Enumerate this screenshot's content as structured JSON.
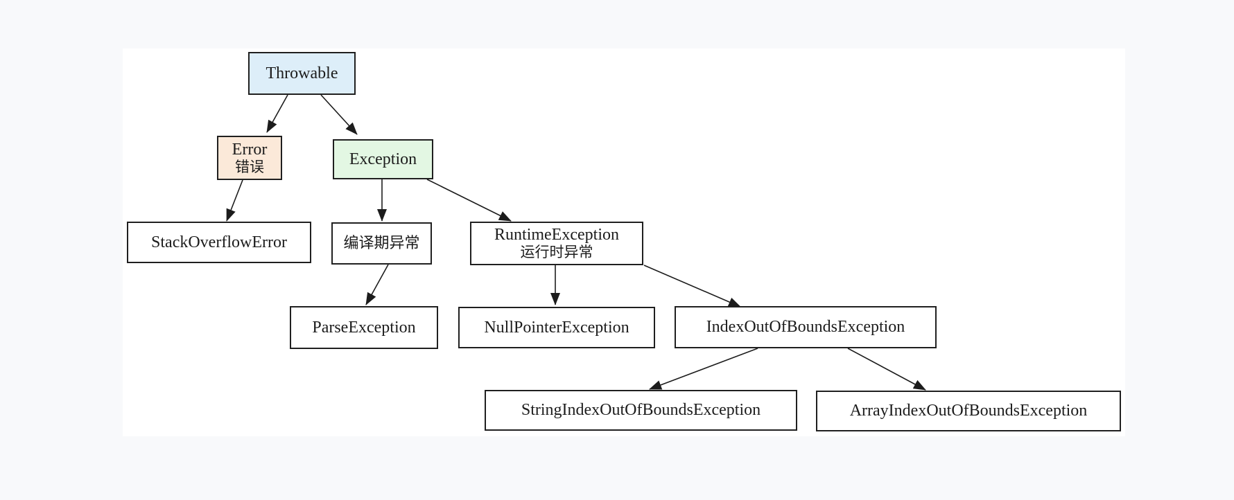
{
  "diagram_type": "class-hierarchy-tree",
  "colors": {
    "page_background": "#f8f9fb",
    "canvas_background": "#ffffff",
    "node_border": "#1f1f1f",
    "throwable_fill": "#ddeef9",
    "error_fill": "#fbe9d9",
    "exception_fill": "#e3f7e3",
    "default_node_fill": "#ffffff",
    "edge_color": "#1c1c1c"
  },
  "nodes": {
    "throwable": {
      "label": "Throwable"
    },
    "error": {
      "label": "Error",
      "sublabel": "错误"
    },
    "exception": {
      "label": "Exception"
    },
    "stack_overflow_error": {
      "label": "StackOverflowError"
    },
    "compile_time_exception": {
      "label": "编译期异常"
    },
    "runtime_exception": {
      "label": "RuntimeException",
      "sublabel": "运行时异常"
    },
    "parse_exception": {
      "label": "ParseException"
    },
    "null_pointer_exception": {
      "label": "NullPointerException"
    },
    "index_out_of_bounds_exception": {
      "label": "IndexOutOfBoundsException"
    },
    "string_index_out_of_bounds_exception": {
      "label": "StringIndexOutOfBoundsException"
    },
    "array_index_out_of_bounds_exception": {
      "label": "ArrayIndexOutOfBoundsException"
    }
  },
  "edges": [
    {
      "from": "throwable",
      "to": "error"
    },
    {
      "from": "throwable",
      "to": "exception"
    },
    {
      "from": "error",
      "to": "stack_overflow_error"
    },
    {
      "from": "exception",
      "to": "compile_time_exception"
    },
    {
      "from": "exception",
      "to": "runtime_exception"
    },
    {
      "from": "compile_time_exception",
      "to": "parse_exception"
    },
    {
      "from": "runtime_exception",
      "to": "null_pointer_exception"
    },
    {
      "from": "runtime_exception",
      "to": "index_out_of_bounds_exception"
    },
    {
      "from": "index_out_of_bounds_exception",
      "to": "string_index_out_of_bounds_exception"
    },
    {
      "from": "index_out_of_bounds_exception",
      "to": "array_index_out_of_bounds_exception"
    }
  ]
}
